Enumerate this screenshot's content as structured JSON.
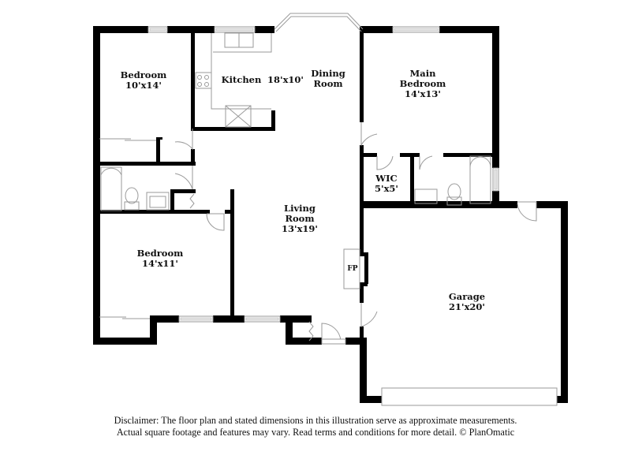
{
  "rooms": [
    {
      "id": "bedroom-1",
      "name": "Bedroom",
      "size": "10'x14'"
    },
    {
      "id": "kitchen",
      "name": "Kitchen",
      "size": ""
    },
    {
      "id": "dining",
      "name": "Dining Room",
      "name_line1": "Dining",
      "name_line2": "Room",
      "size": "18'x10'"
    },
    {
      "id": "main-bedroom",
      "name": "Main Bedroom",
      "name_line1": "Main",
      "name_line2": "Bedroom",
      "size": "14'x13'"
    },
    {
      "id": "wic",
      "name": "WIC",
      "size": "5'x5'"
    },
    {
      "id": "living",
      "name": "Living Room",
      "name_line1": "Living",
      "name_line2": "Room",
      "size": "13'x19'"
    },
    {
      "id": "bedroom-2",
      "name": "Bedroom",
      "size": "14'x11'"
    },
    {
      "id": "garage",
      "name": "Garage",
      "size": "21'x20'"
    },
    {
      "id": "fireplace",
      "name": "FP"
    }
  ],
  "disclaimer": {
    "line1": "Disclaimer: The floor plan and stated dimensions in this illustration serve as approximate measurements.",
    "line2": "Actual square footage and features may vary. Read terms and conditions for more detail. © PlanOmatic"
  },
  "colors": {
    "wall": "#000000",
    "fixture": "#9a9a9a",
    "background": "#ffffff"
  }
}
